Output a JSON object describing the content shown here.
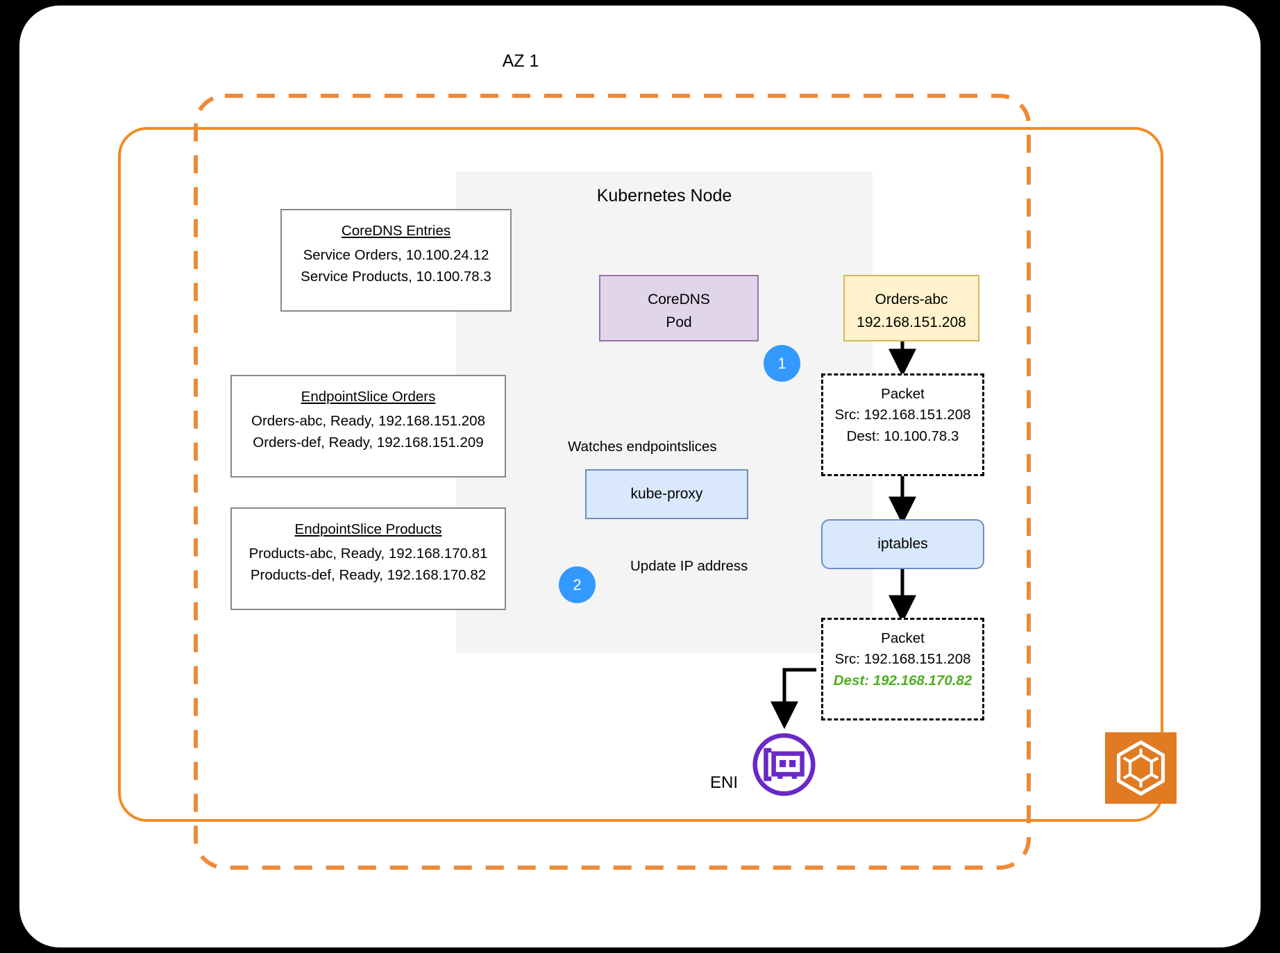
{
  "diagram": {
    "az_label": "AZ 1",
    "node_title": "Kubernetes Node",
    "eni_label": "ENI",
    "icons": {
      "eni": "network-interface-card-icon",
      "kubernetes": "kubernetes-logo-icon"
    },
    "colors": {
      "az_dashed_border": "#ed8a3a",
      "vpc_solid_border": "#f08c20",
      "node_background": "#f4f4f4",
      "coredns_pod_fill": "#e1d5ec",
      "coredns_pod_stroke": "#9673a6",
      "orders_pod_fill": "#fff2cc",
      "orders_pod_stroke": "#d6b656",
      "blue_fill": "#dae8fc",
      "blue_stroke": "#6c8ebf",
      "step_badge": "#3399ff",
      "dns_arrow": "#9e9e00",
      "coredns_arrow": "#b05a9c",
      "kube_proxy_arrow": "#6c9eeb",
      "dest_highlight": "#4caf1f",
      "k8s_logo": "#e07b21"
    }
  },
  "boxes": {
    "coredns_entries": {
      "title": "CoreDNS Entries",
      "lines": [
        "Service Orders, 10.100.24.12",
        "Service Products, 10.100.78.3"
      ]
    },
    "endpointslice_orders": {
      "title": "EndpointSlice Orders",
      "lines": [
        "Orders-abc, Ready, 192.168.151.208",
        "Orders-def, Ready, 192.168.151.209"
      ]
    },
    "endpointslice_products": {
      "title": "EndpointSlice Products",
      "lines": [
        "Products-abc, Ready, 192.168.170.81",
        "Products-def, Ready, 192.168.170.82"
      ]
    },
    "coredns_pod": {
      "line1": "CoreDNS",
      "line2": "Pod"
    },
    "orders_pod": {
      "line1": "Orders-abc",
      "line2": "192.168.151.208"
    },
    "packet_top": {
      "title": "Packet",
      "src": "Src: 192.168.151.208",
      "dest": "Dest: 10.100.78.3"
    },
    "packet_bottom": {
      "title": "Packet",
      "src": "Src: 192.168.151.208",
      "dest": "Dest: 192.168.170.82"
    },
    "kube_proxy": {
      "label": "kube-proxy"
    },
    "iptables": {
      "label": "iptables"
    }
  },
  "labels": {
    "watches_endpointslices": "Watches endpointslices",
    "update_ip_address": "Update IP address",
    "step_one": "1",
    "step_two": "2"
  }
}
